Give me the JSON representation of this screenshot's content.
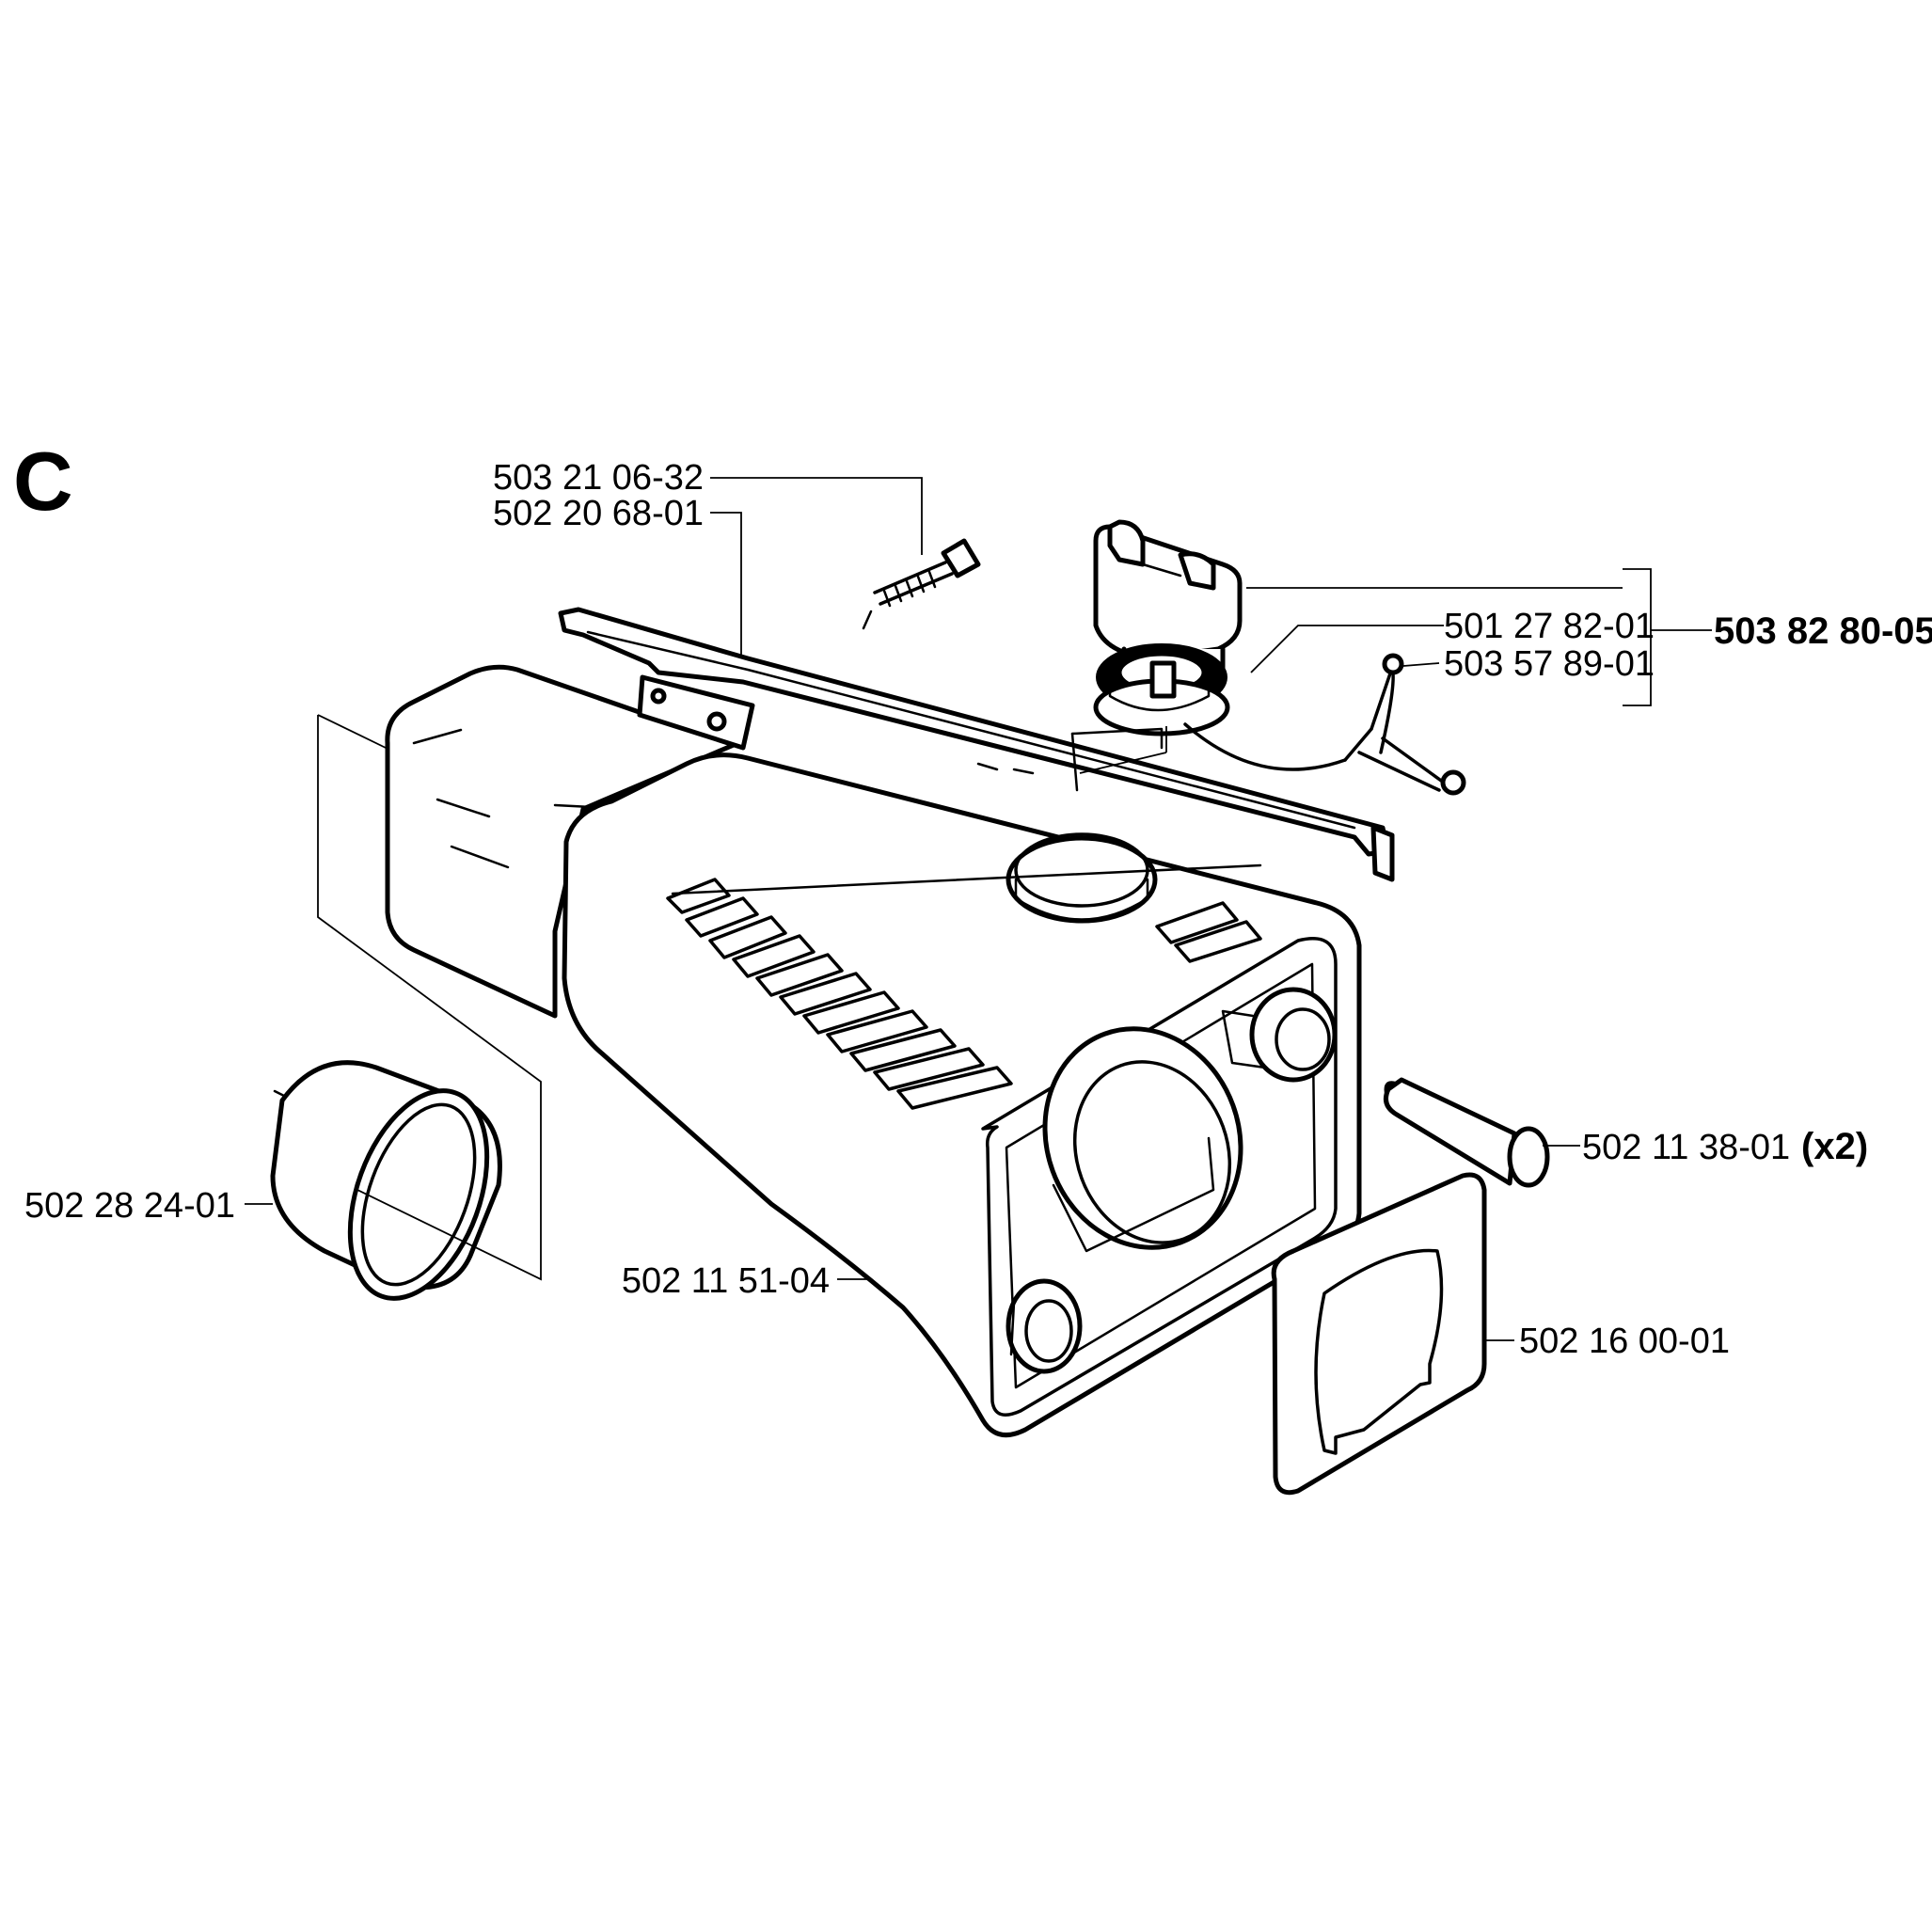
{
  "section_letter": "C",
  "labels": {
    "screw": "503 21 06-32",
    "bracket": "502 20 68-01",
    "cap": "501 27 82-01",
    "retainer": "503 57 89-01",
    "cap_kit": "503 82 80-05",
    "pin": "502 11 38-01",
    "pin_qty": "(x2)",
    "ring": "502 28 24-01",
    "tank": "502 11 51-04",
    "gasket": "502 16 00-01"
  }
}
